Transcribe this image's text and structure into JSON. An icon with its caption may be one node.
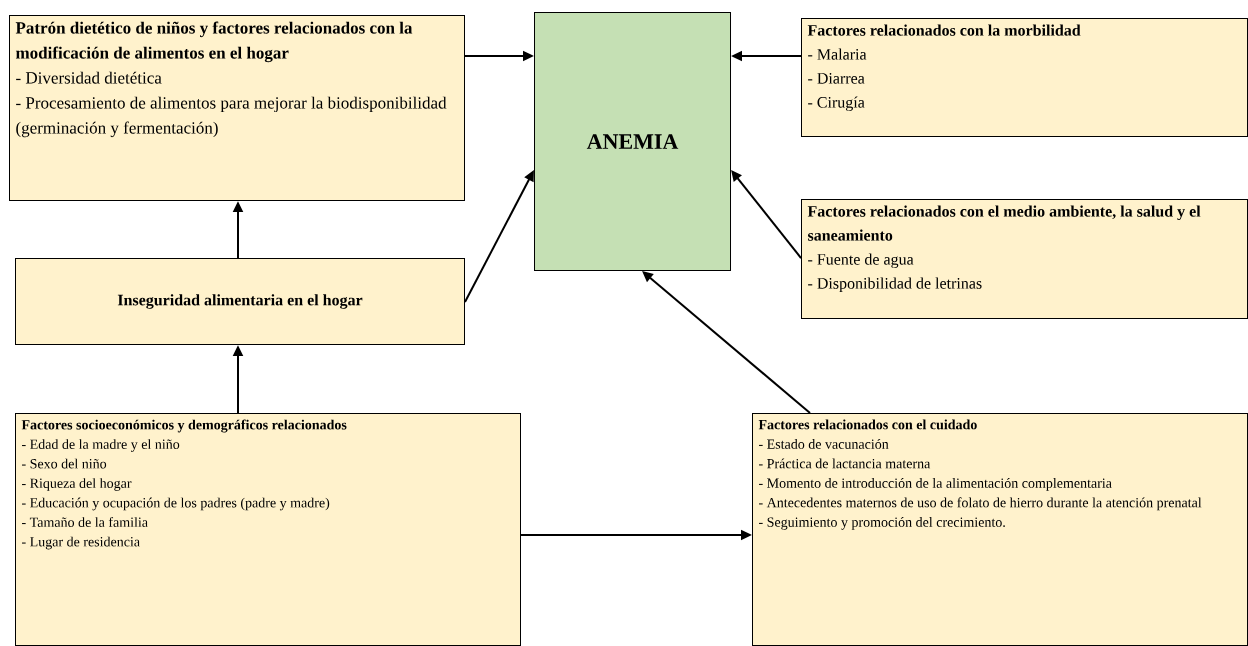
{
  "diagram": {
    "nodes": [
      {
        "text": [
          "Patrón dietético de niños y factores relacionados con la modificación de alimentos en el hogar",
          "- Diversidad dietética",
          "- Procesamiento de alimentos para mejorar la biodisponibilidad (germinación y fermentación)"
        ]
      },
      {
        "text": [
          "ANEMIA"
        ]
      },
      {
        "text": [
          "Factores relacionados con la morbilidad",
          "- Malaria",
          "- Diarrea",
          "- Cirugía"
        ]
      },
      {
        "text": [
          "Factores relacionados con el medio ambiente, la salud y el saneamiento",
          "- Fuente de agua",
          "- Disponibilidad de letrinas"
        ]
      },
      {
        "text": [
          "Inseguridad alimentaria en el hogar"
        ]
      },
      {
        "text": [
          "Factores socioeconómicos y demográficos relacionados",
          "- Edad de la madre y el niño",
          "- Sexo del niño",
          "- Riqueza del hogar",
          "- Educación y ocupación de los padres (padre y madre)",
          "- Tamaño de la familia",
          "- Lugar de residencia"
        ]
      },
      {
        "text": [
          "Factores relacionados con el cuidado",
          "- Estado de vacunación",
          "- Práctica de lactancia materna",
          "- Momento de introducción de la alimentación complementaria",
          "- Antecedentes maternos de uso de folato de hierro durante la atención prenatal",
          "- Seguimiento y promoción del crecimiento."
        ]
      }
    ],
    "edges": [
      {
        "from": 0,
        "to": 1,
        "arrow": "to"
      },
      {
        "from": 2,
        "to": 1,
        "arrow": "to"
      },
      {
        "from": 3,
        "to": 1,
        "arrow": "to"
      },
      {
        "from": 4,
        "to": 1,
        "arrow": "to"
      },
      {
        "from": 4,
        "to": 0,
        "arrow": "to"
      },
      {
        "from": 5,
        "to": 4,
        "arrow": "to"
      },
      {
        "from": 5,
        "to": 6,
        "arrow": "to"
      },
      {
        "from": 6,
        "to": 1,
        "arrow": "to"
      }
    ]
  }
}
